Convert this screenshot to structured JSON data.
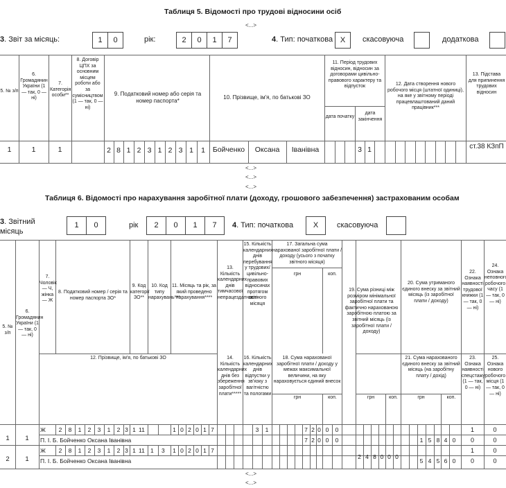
{
  "table5": {
    "title": "Таблиця 5. Відомості про трудові відносини осіб",
    "dots_top": "<...>",
    "report_month_label": "Звіт за місяць:",
    "field3_num": "3",
    "month_digits": [
      "1",
      "0"
    ],
    "year_label": "рік:",
    "year_digits": [
      "2",
      "0",
      "1",
      "7"
    ],
    "field4_num": "4",
    "type_label": "Тип: початкова",
    "type_initial_mark": "X",
    "cancel_label": "скасовуюча",
    "additional_label": "додаткова",
    "headers": {
      "c5": "5. № з/п",
      "c6": "6. Громадянин України (1 — так, 0 — ні)",
      "c7": "7. Категорія особи**",
      "c8": "8. Договір ЦПХ за основним місцем роботи або за сумісництвом (1 — так, 0 — ні)",
      "c9": "9. Податковий номер або серія та номер паспорта*",
      "c10": "10. Прізвище, ім'я, по батькові ЗО",
      "c11": "11. Період трудових відносин, відносин за договорами цивільно-правового характеру та відпусток",
      "c11_start": "дата початку",
      "c11_end": "дата закінчення",
      "c12": "12. Дата створення нового робочого місця (штатної одиниці), на яке у звітному періоді працевлаштований даний працівник***",
      "c13": "13. Підстава для припинення трудових відносин"
    },
    "row": {
      "num": "1",
      "citizen": "1",
      "category": "1",
      "tax_digits": [
        "2",
        "8",
        "1",
        "2",
        "3",
        "1",
        "2",
        "3",
        "1",
        "1"
      ],
      "surname": "Бойченко",
      "name": "Оксана",
      "patronymic": "Іванівна",
      "end_digits": [
        "3",
        "1"
      ],
      "basis": "ст.38 КЗпП"
    },
    "dots_after": [
      "<...>",
      "<...>",
      "<...>"
    ]
  },
  "table6": {
    "title": "Таблиця 6. Відомості про нарахування заробітної плати (доходу, грошового забезпечення) застрахованим особам",
    "field3_num": "3",
    "report_month_label": "Звітний місяць",
    "month_digits": [
      "1",
      "0"
    ],
    "year_label": "рік",
    "year_digits": [
      "2",
      "0",
      "1",
      "7"
    ],
    "field4_num": "4",
    "type_label": "Тип: початкова",
    "type_initial_mark": "X",
    "cancel_label": "скасовуюча",
    "headers": {
      "c5": "5. № з/п",
      "c6": "6. Громадянин України (1 — так, 0 — ні)",
      "c7": "7. Чоловік — Ч, жінка — Ж",
      "c8": "8. Податковий номер / серія та номер паспорта ЗО*",
      "c9": "9. Код категорії ЗО**",
      "c10": "10. Код типу нарахувань***",
      "c11": "11. Місяць та рік, за який проведено нарахування****",
      "c12": "12. Прізвище, ім'я, по батькові ЗО",
      "c13": "13. Кількість календарних днів тимчасової непрацездатності",
      "c14": "14. Кількість календарних днів без збереження заробітної плати*****",
      "c15": "15. Кількість календарних днів перебування у трудових/цивільно-правових відносинах протягом звітного місяця",
      "c16": "16. Кількість календарних днів відпустки у зв'язку з вагітністю та пологами",
      "c17": "17. Загальна сума нарахованої заробітної плати / доходу (усього з початку звітного місяця)",
      "c18": "18. Сума нарахованої заробітної плати / доходу у межах максимальної величини, на яку нараховується єдиний внесок",
      "c19": "19. Сума різниці між розміром мінімальної заробітної плати та фактично нарахованою заробітною платою за звітний місяць (із заробітної плати / доходу)",
      "c20": "20. Сума утриманого єдиного внеску за звітний місяць (із заробітної плати / доходу)",
      "c21": "21. Сума нарахованого єдиного внеску за звітний місяць (на заробітну плату / дохід)",
      "c22": "22. Ознака наявності трудової книжки (1 — так, 0 — ні)",
      "c23": "23. Ознака наявності спецстажу (1 — так, 0 — ні)",
      "c24": "24. Ознака неповного робочого часу (1 — так, 0 — ні)",
      "c25": "25. Ознака нового робочого місця (1 — так, 0 — ні)",
      "grn": "грн",
      "kop": "коп."
    },
    "rows": [
      {
        "num": "1",
        "citizen": "1",
        "gender": "Ж",
        "tax_digits": [
          "2",
          "8",
          "1",
          "2",
          "3",
          "1",
          "2",
          "3",
          "1",
          "1"
        ],
        "category": "1",
        "month_year_digits": [
          "1",
          "0",
          "2",
          "0",
          "1",
          "7"
        ],
        "days15": [
          "3",
          "1"
        ],
        "sum17": [
          "7",
          "2",
          "0",
          "0",
          "0"
        ],
        "fullname": "П. І. Б. Бойченко Оксана Іванівна",
        "sum18": [
          "7",
          "2",
          "0",
          "0",
          "0"
        ],
        "sum19": [],
        "sum21": [
          "1",
          "5",
          "8",
          "4",
          "0"
        ],
        "f22": "1",
        "f23": "0",
        "f24": "0",
        "f25": "0"
      },
      {
        "num": "2",
        "citizen": "1",
        "gender": "Ж",
        "tax_digits": [
          "2",
          "8",
          "1",
          "2",
          "3",
          "1",
          "2",
          "3",
          "1",
          "1"
        ],
        "category": "1",
        "accrual_type": "1",
        "accrual_type2": "3",
        "month_year_digits": [
          "1",
          "0",
          "2",
          "0",
          "1",
          "7"
        ],
        "days15": [],
        "sum17": [],
        "fullname": "П. І. Б. Бойченко Оксана Іванівна",
        "sum18": [],
        "sum19": [
          "2",
          "4",
          "8",
          "0",
          "0",
          "0"
        ],
        "sum21": [
          "5",
          "4",
          "5",
          "6",
          "0"
        ],
        "f22": "1",
        "f23": "0",
        "f24": "0",
        "f25": "0"
      }
    ],
    "dots_bottom": [
      "<...>",
      "<...>"
    ]
  }
}
